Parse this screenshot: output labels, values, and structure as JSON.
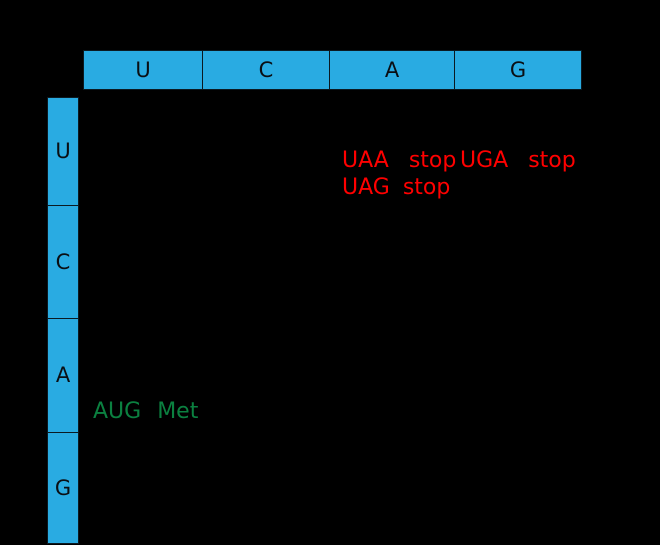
{
  "figure": {
    "background_color": "#000000",
    "cell_color": "#29ABE2",
    "cell_border_color": "#0B1A22",
    "stop_color": "#FF0000",
    "start_color": "#0B8040",
    "header_text_color": "#0A0F14"
  },
  "column_header": {
    "bases": [
      {
        "label": "U"
      },
      {
        "label": "C"
      },
      {
        "label": "A"
      },
      {
        "label": "G"
      }
    ]
  },
  "row_header": {
    "bases": [
      {
        "label": "U"
      },
      {
        "label": "C"
      },
      {
        "label": "A"
      },
      {
        "label": "G"
      }
    ]
  },
  "annotations": [
    {
      "id": "uaa",
      "codon": "UAA",
      "amino_acid": "stop",
      "kind": "stop",
      "color": "#FF0000",
      "row_base": "U",
      "column_base": "A"
    },
    {
      "id": "uga",
      "codon": "UGA",
      "amino_acid": "stop",
      "kind": "stop",
      "color": "#FF0000",
      "row_base": "U",
      "column_base": "G"
    },
    {
      "id": "uag",
      "codon": "UAG",
      "amino_acid": "stop",
      "kind": "stop",
      "color": "#FF0000",
      "row_base": "U",
      "column_base": "A"
    },
    {
      "id": "aug",
      "codon": "AUG",
      "amino_acid": "Met",
      "kind": "start",
      "color": "#0B8040",
      "row_base": "A",
      "column_base": "U"
    }
  ]
}
